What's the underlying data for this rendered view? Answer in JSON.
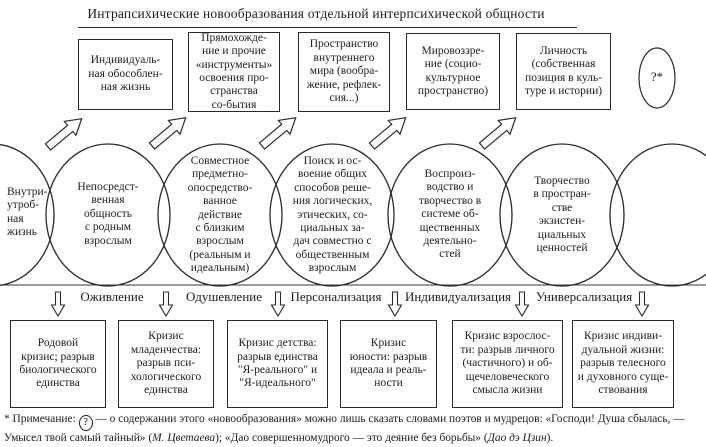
{
  "title": "Интрапсихические новообразования отдельной интерпсихической общности",
  "top_boxes": [
    {
      "text": "Индивидуаль-\nная обособлен-\nная жизнь"
    },
    {
      "text": "Прямохожде-\nние и прочие\n«инструменты»\nосвоения про-\nстранства\nсо-бытия"
    },
    {
      "text": "Пространство\nвнутреннего\nмира (вообра-\nжение, рефлек-\nсия...)"
    },
    {
      "text": "Мировоззре-\nние (социо-\nкультурное\nпространство)"
    },
    {
      "text": "Личность\n(собственная\nпозиция в куль-\nтуре и истории)"
    }
  ],
  "unknown_oval": {
    "label": "?*"
  },
  "circles": [
    {
      "text": "Внутри-\nутроб-\nная\nжизнь"
    },
    {
      "text": "Непосредст-\nвенная\nобщность\nс родным\nвзрослым"
    },
    {
      "text": "Совместное\nпредметно-\nопосредство-\nванное\nдействие\nс близким\nвзрослым\n(реальным и\nидеальным)"
    },
    {
      "text": "Поиск и ос-\nвоение общих\nспособов реше-\nния логических,\nэтических, со-\nциальных за-\nдач совместно с\nобщественным\nвзрослым"
    },
    {
      "text": "Воспроиз-\nводство и\nтворчество в\nсистеме об-\nщественных\nдеятельно-\nстей"
    },
    {
      "text": "Творчество\nв простран-\nстве\nэкзистен-\nциальных\nценностей"
    }
  ],
  "stages": [
    {
      "label": "Оживление"
    },
    {
      "label": "Одушевление"
    },
    {
      "label": "Персонализация"
    },
    {
      "label": "Индивидуализация"
    },
    {
      "label": "Универсализация"
    }
  ],
  "bottom_boxes": [
    {
      "text": "Родовой\nкризис; разрыв\nбиологического\nединства"
    },
    {
      "text": "Кризис\nмладенчества:\nразрыв пси-\nхологического\nединства"
    },
    {
      "text": "Кризис детства:\nразрыв единства\n\"Я-реального\" и\n\"Я-идеального\""
    },
    {
      "text": "Кризис\nюности: разрыв\nидеала и реаль-\nности"
    },
    {
      "text": "Кризис взрослос-\nти: разрыв личного\n(частичного) и об-\nщечеловеческого\nсмысла жизни"
    },
    {
      "text": "Кризис индиви-\nдуальной жизни:\nразрыв телесного\nи духовного суще-\nствования"
    }
  ],
  "footnote": {
    "prefix": "* Примечание: ",
    "circled_symbol": "?",
    "body": " — о содержании этого «новообразования» можно лишь сказать словами поэтов и мудрецов: «Господи! Душа сбылась, — Умысел твой самый тайный» (",
    "author1": "М. Цветаева",
    "middle": "); «Дао совершенномудрого — это деяние без борьбы» (",
    "author2": "Дао дэ Цзин",
    "suffix": ")."
  },
  "colors": {
    "ink": "#1c1c1c",
    "line": "#2a2a2a",
    "background": "#ffffff"
  }
}
